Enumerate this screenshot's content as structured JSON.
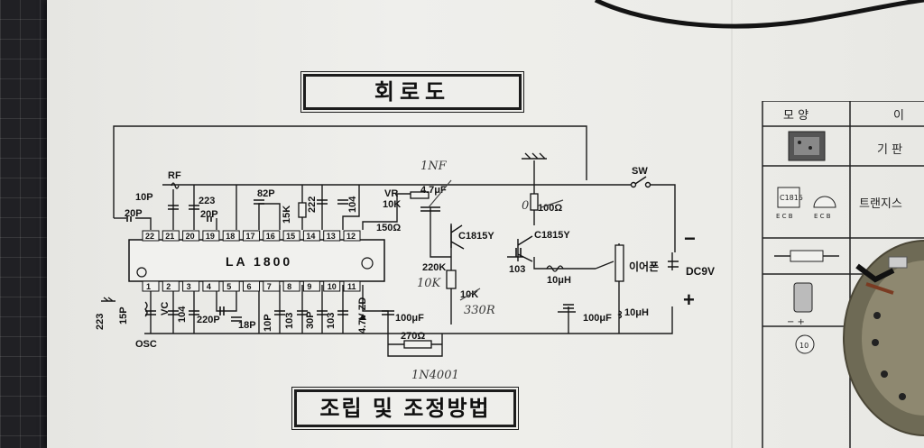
{
  "title": "회로도",
  "footer_title": "조립 및 조정방법",
  "ic": {
    "label": "LA 1800",
    "pins_top": [
      "22",
      "21",
      "20",
      "19",
      "18",
      "17",
      "16",
      "15",
      "14",
      "13",
      "12"
    ],
    "pins_bottom": [
      "1",
      "2",
      "3",
      "4",
      "5",
      "6",
      "7",
      "8",
      "9",
      "10",
      "11"
    ]
  },
  "labels": {
    "rf": "RF",
    "c10p": "10P",
    "c223a": "223",
    "c20p_a": "20P",
    "c20p_b": "20P",
    "c82p": "82P",
    "r15k": "15K",
    "c222": "222",
    "c104a": "104",
    "vr": "VR",
    "vr10k": "10K",
    "r150": "150Ω",
    "c47": "4.7μF",
    "r100": "100Ω",
    "q1": "C1815Y",
    "q2": "C1815Y",
    "r220k": "220K",
    "c103a": "103",
    "l10uh_a": "10μH",
    "earphone": "이어폰",
    "sw": "SW",
    "dc": "DC9V",
    "minus": "−",
    "plus": "+",
    "r10k": "10K",
    "c223b": "223",
    "c15p": "15P",
    "vc": "VC",
    "c104b": "104",
    "osc": "OSC",
    "c220p": "220P",
    "c18p": "18P",
    "c10p_b": "10P",
    "c103b": "103",
    "c30p": "30P",
    "c103c": "103",
    "zd": "4.7V ZD",
    "c100uf_a": "100μF",
    "r270": "270Ω",
    "c100uf_b": "100μF",
    "l10uh_b": "10μH",
    "hand_1nf": "1NF",
    "hand_0": "0",
    "hand_10k": "10K",
    "hand_330r": "330R",
    "hand_1n4001": "1N4001"
  },
  "table": {
    "header": [
      "모 양",
      "이"
    ],
    "rows": [
      {
        "icon": "pcb-icon",
        "text": "기 판"
      },
      {
        "icon": "transistor-icon",
        "text": "트랜지스"
      },
      {
        "icon": "resistor-icon",
        "text": ""
      },
      {
        "icon": "capacitor-icon",
        "text": ""
      },
      {
        "icon": "potentiometer-icon",
        "text": ""
      }
    ],
    "transistor_mark": "C1815",
    "transistor_pins": "E C B",
    "pot_mark": "10"
  }
}
